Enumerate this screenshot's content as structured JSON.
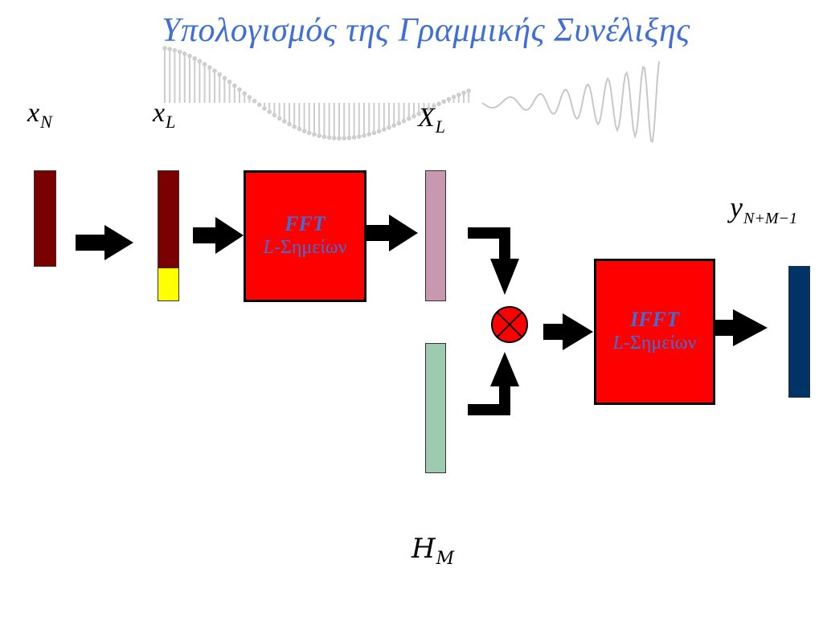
{
  "title": "Υπολογισμός της Γραμμικής Συνέλιξης",
  "labels": {
    "xN": {
      "base": "x",
      "sub": "N"
    },
    "xL": {
      "base": "x",
      "sub": "L"
    },
    "XL": {
      "base": "X",
      "sub": "L"
    },
    "HM": {
      "base": "H",
      "sub": "M"
    },
    "y": {
      "base": "y",
      "sub": "N+M−1"
    }
  },
  "blocks": {
    "fft": {
      "name": "FFT",
      "points_var": "L",
      "points_text": "-Σημείων"
    },
    "ifft": {
      "name": "IFFT",
      "points_var": "L",
      "points_text": "-Σημείων"
    }
  },
  "colors": {
    "input_bar": "#7b0000",
    "zero_pad": "#ffff00",
    "spectrum_X": "#c898b0",
    "spectrum_H": "#9ccbb0",
    "output_bar": "#003366",
    "block_fill": "#ff0000",
    "block_text": "#3f6fd6",
    "title": "#3f6fd6"
  },
  "icons": {
    "multiplier": "circled-x-icon",
    "arrow": "arrow-right-icon"
  }
}
